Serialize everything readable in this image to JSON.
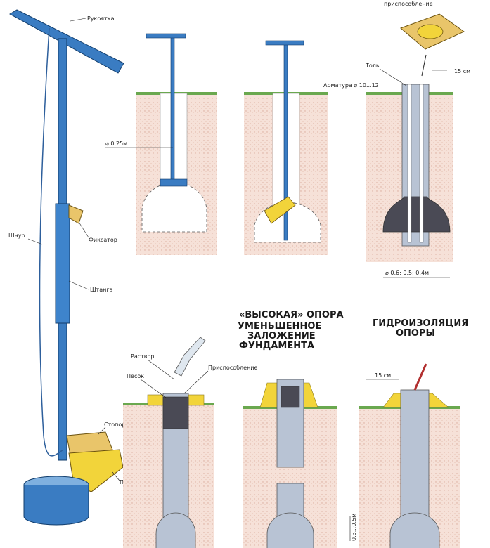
{
  "labels": {
    "handle": "Рукоятка",
    "cord": "Шнур",
    "clamp": "Фиксатор",
    "rod": "Штанга",
    "stopper": "Стопор",
    "plow": "Плуг",
    "device_top": "приспособление",
    "roofing": "Толь",
    "rebar": "Арматура ⌀ 10...12",
    "offset_top": "15 см",
    "hole_diameter": "⌀ 0,25м",
    "base_diameters": "⌀ 0,6;  0,5;  0,4м",
    "mortar": "Раствор",
    "sand": "Песок",
    "device_bottom": "Приспособление",
    "offset_bottom": "15 см",
    "depth_range": "0,3...0,5м"
  },
  "headings": {
    "high_support_line1": "«ВЫСОКАЯ» ОПОРА",
    "high_support_line2": "УМЕНЬШЕННОЕ",
    "high_support_line3": "ЗАЛОЖЕНИЕ",
    "high_support_line4": "ФУНДАМЕНТА",
    "waterproofing_line1": "ГИДРОИЗОЛЯЦИЯ",
    "waterproofing_line2": "ОПОРЫ"
  },
  "colors": {
    "tool_blue": "#3a7cc2",
    "soil": "#f3d9cf",
    "grass": "#6aa84f",
    "concrete": "#b8c3d4",
    "sand_yellow": "#f2d43a",
    "wood": "#e9c56a",
    "dark_fill": "#4a4a55"
  }
}
